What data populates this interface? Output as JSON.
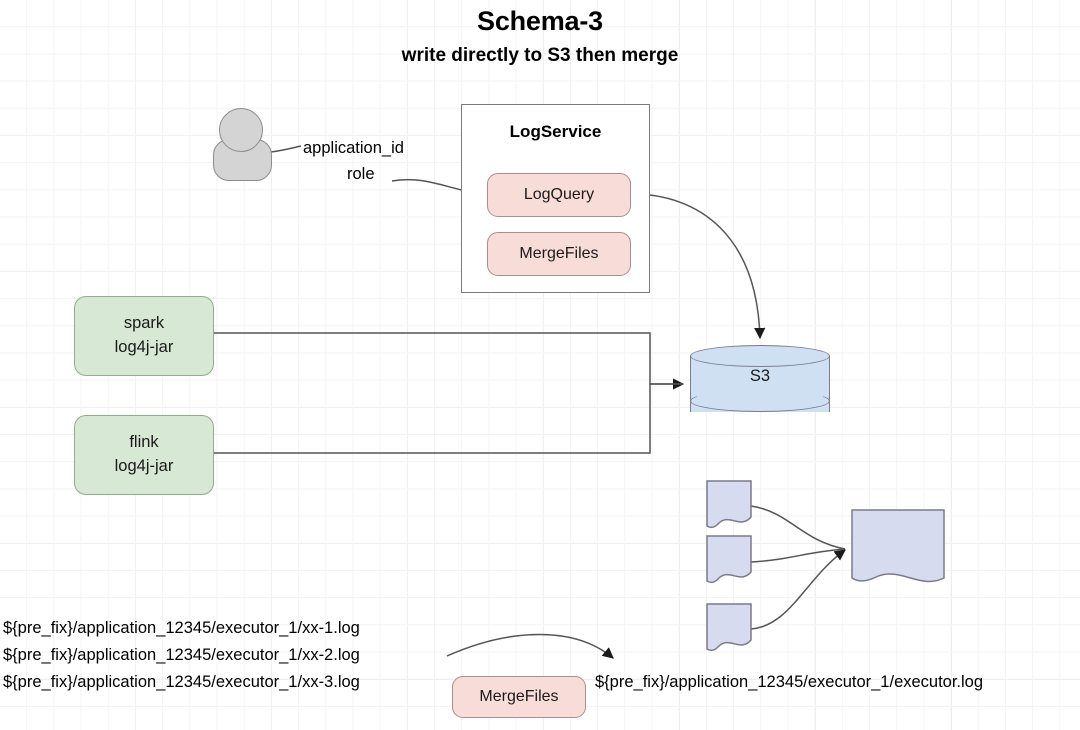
{
  "header": {
    "title": "Schema-3",
    "subtitle": "write directly to S3 then merge"
  },
  "actor": {
    "name": "user-actor",
    "labels": {
      "application_id": "application_id",
      "role": "role"
    }
  },
  "logservice": {
    "title": "LogService",
    "components": [
      {
        "id": "logquery",
        "label": "LogQuery"
      },
      {
        "id": "mergefiles",
        "label": "MergeFiles"
      }
    ]
  },
  "producers": [
    {
      "id": "spark",
      "line1": "spark",
      "line2": "log4j-jar"
    },
    {
      "id": "flink",
      "line1": "flink",
      "line2": "log4j-jar"
    }
  ],
  "storage": {
    "label": "S3"
  },
  "merge": {
    "button_label": "MergeFiles",
    "input_paths": [
      "${pre_fix}/application_12345/executor_1/xx-1.log",
      "${pre_fix}/application_12345/executor_1/xx-2.log",
      "${pre_fix}/application_12345/executor_1/xx-3.log"
    ],
    "output_path": "${pre_fix}/application_12345/executor_1/executor.log"
  },
  "documents": {
    "inputs": [
      {
        "id": "doc-1"
      },
      {
        "id": "doc-2"
      },
      {
        "id": "doc-3"
      }
    ],
    "output": {
      "id": "doc-merged"
    }
  },
  "colors": {
    "pink_fill": "#f8dcd8",
    "pink_stroke": "#b08c88",
    "green_fill": "#d7e8d4",
    "green_stroke": "#8fae8b",
    "blue_fill": "#cfe0f3",
    "blue_stroke": "#7a7a8c",
    "doc_fill": "#d6dbef",
    "doc_stroke": "#7a7a8c",
    "actor_fill": "#d4d4d4",
    "actor_stroke": "#8c8c8c",
    "edge_stroke": "#555555",
    "grid_minor": "#f3f3f3",
    "grid_major": "#e6e6e6"
  }
}
